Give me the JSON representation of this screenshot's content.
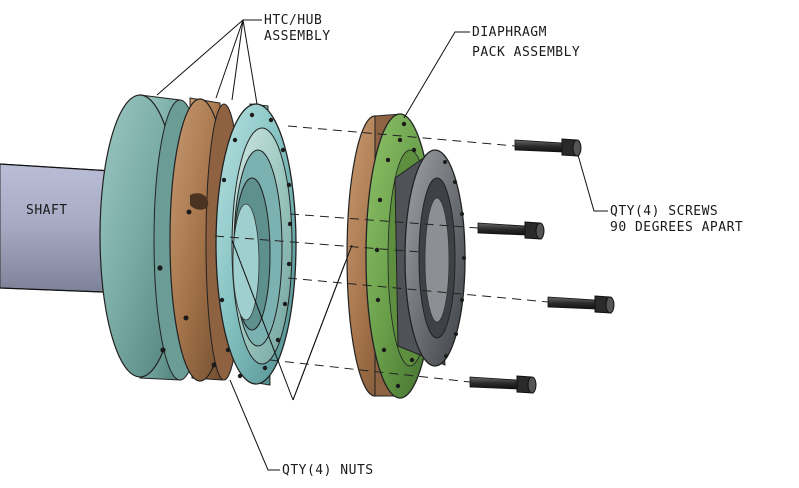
{
  "labels": {
    "htc_hub": [
      "HTC/HUB",
      "ASSEMBLY"
    ],
    "diaphragm": [
      "DIAPHRAGM",
      "PACK ASSEMBLY"
    ],
    "shaft": "SHAFT",
    "screws": [
      "QTY(4) SCREWS",
      "90 DEGREES APART"
    ],
    "nuts": "QTY(4) NUTS"
  },
  "colors": {
    "shaft": "#a9adc6",
    "hub_teal": "#7fb3ad",
    "copper": "#a6754c",
    "flange_teal": "#88c6c6",
    "green": "#6fa34f",
    "dark_gray": "#6f7378",
    "screw": "#3a3a3a"
  }
}
